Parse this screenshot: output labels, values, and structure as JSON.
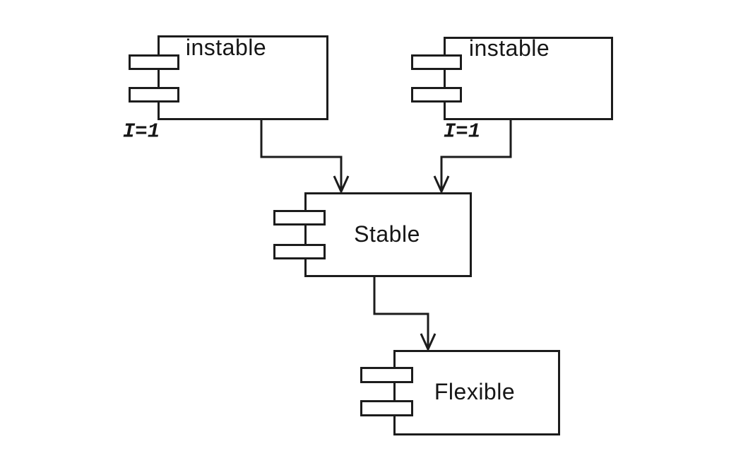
{
  "diagram": {
    "type": "uml-component-diagram",
    "colors": {
      "background": "#ffffff",
      "line": "#1c1c1c",
      "text": "#161616"
    },
    "components": [
      {
        "id": "instable-left",
        "label": "instable",
        "annotation": "I=1"
      },
      {
        "id": "instable-right",
        "label": "instable",
        "annotation": "I=1"
      },
      {
        "id": "stable",
        "label": "Stable"
      },
      {
        "id": "flexible",
        "label": "Flexible"
      }
    ],
    "edges": [
      {
        "from": "instable-left",
        "to": "stable",
        "style": "open-arrow"
      },
      {
        "from": "instable-right",
        "to": "stable",
        "style": "open-arrow"
      },
      {
        "from": "stable",
        "to": "flexible",
        "style": "open-arrow"
      }
    ]
  }
}
